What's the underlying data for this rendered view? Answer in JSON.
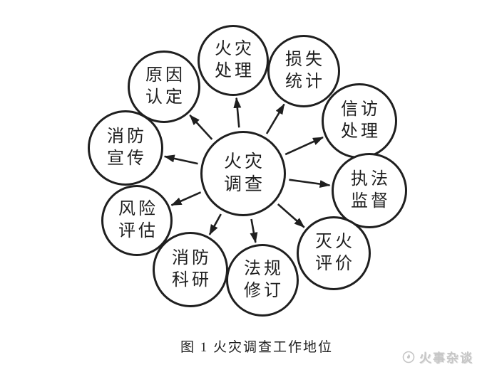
{
  "colors": {
    "stroke": "#1f1f1f",
    "text": "#1f1f1f",
    "background": "#ffffff",
    "watermark": "#c6c6c6"
  },
  "diagram": {
    "center": {
      "id": "fire-investigation",
      "label_lines": [
        "火灾",
        "调查"
      ]
    },
    "nodes": [
      {
        "id": "fire-disposal",
        "label_lines": [
          "火灾",
          "处理"
        ]
      },
      {
        "id": "loss-statistics",
        "label_lines": [
          "损失",
          "统计"
        ]
      },
      {
        "id": "petition-handling",
        "label_lines": [
          "信访",
          "处理"
        ]
      },
      {
        "id": "enforcement-supervision",
        "label_lines": [
          "执法",
          "监督"
        ]
      },
      {
        "id": "extinguishing-evaluation",
        "label_lines": [
          "灭火",
          "评价"
        ]
      },
      {
        "id": "regulation-revision",
        "label_lines": [
          "法规",
          "修订"
        ]
      },
      {
        "id": "fire-research",
        "label_lines": [
          "消防",
          "科研"
        ]
      },
      {
        "id": "risk-assessment",
        "label_lines": [
          "风险",
          "评估"
        ]
      },
      {
        "id": "fire-publicity",
        "label_lines": [
          "消防",
          "宣传"
        ]
      },
      {
        "id": "cause-determination",
        "label_lines": [
          "原因",
          "认定"
        ]
      }
    ],
    "edges": [
      {
        "from": "fire-investigation",
        "to": "fire-disposal"
      },
      {
        "from": "fire-investigation",
        "to": "loss-statistics"
      },
      {
        "from": "fire-investigation",
        "to": "petition-handling"
      },
      {
        "from": "fire-investigation",
        "to": "enforcement-supervision"
      },
      {
        "from": "fire-investigation",
        "to": "extinguishing-evaluation"
      },
      {
        "from": "fire-investigation",
        "to": "regulation-revision"
      },
      {
        "from": "fire-investigation",
        "to": "fire-research"
      },
      {
        "from": "fire-investigation",
        "to": "risk-assessment"
      },
      {
        "from": "fire-investigation",
        "to": "fire-publicity"
      },
      {
        "from": "fire-investigation",
        "to": "cause-determination"
      }
    ]
  },
  "figure": {
    "caption": "图 1  火灾调查工作地位",
    "watermark_text": "火事杂谈"
  }
}
